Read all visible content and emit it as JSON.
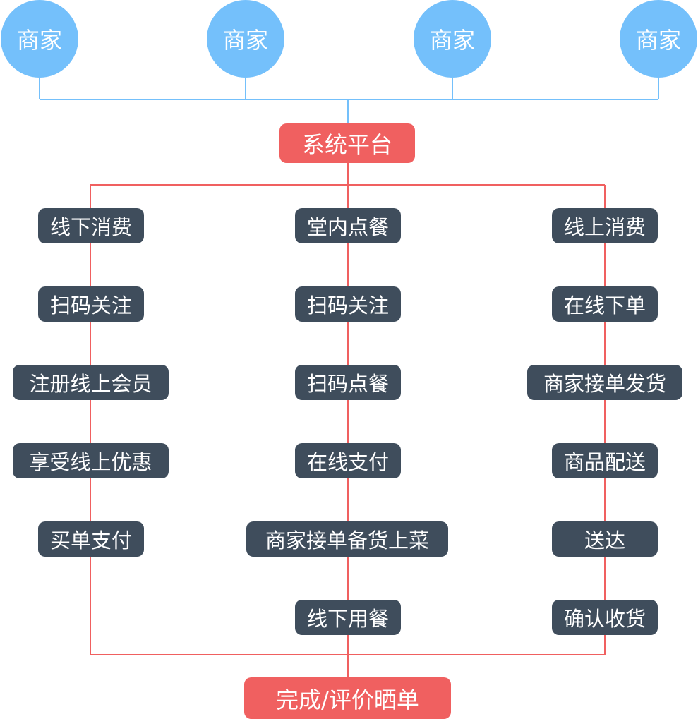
{
  "merchants": [
    "商家",
    "商家",
    "商家",
    "商家"
  ],
  "platform": "系统平台",
  "finish": "完成/评价晒单",
  "columns": {
    "left": [
      "线下消费",
      "扫码关注",
      "注册线上会员",
      "享受线上优惠",
      "买单支付"
    ],
    "middle": [
      "堂内点餐",
      "扫码关注",
      "扫码点餐",
      "在线支付",
      "商家接单备货上菜",
      "线下用餐"
    ],
    "right": [
      "线上消费",
      "在线下单",
      "商家接单发货",
      "商品配送",
      "送达",
      "确认收货"
    ]
  },
  "colors": {
    "merchant": "#74c0fb",
    "platform": "#f06060",
    "step": "#3f4d5c",
    "connector_top": "#74c0fb",
    "connector_flow": "#f06060"
  }
}
